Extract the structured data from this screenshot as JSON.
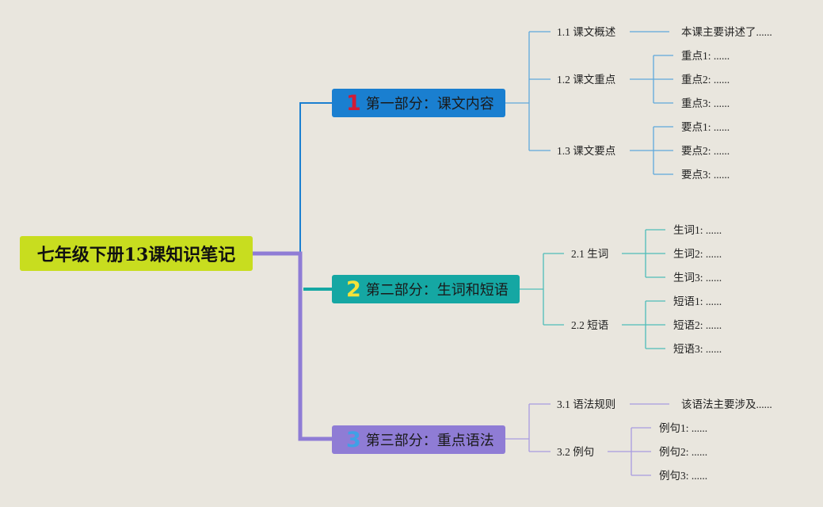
{
  "root": {
    "title": "七年级下册13课知识笔记"
  },
  "colors": {
    "root": "#c8dd1f",
    "branch1": "#1a7fd0",
    "branch2": "#15a7a3",
    "branch3": "#8f7cd5",
    "num1": "#d11b36",
    "num2": "#f4e23a",
    "num3": "#3fa1e6"
  },
  "branches": [
    {
      "num": "1",
      "label": "第一部分：课文内容",
      "children": [
        {
          "label": "1.1 课文概述",
          "leaves": [
            "本课主要讲述了......"
          ]
        },
        {
          "label": "1.2 课文重点",
          "leaves": [
            "重点1: ......",
            "重点2: ......",
            "重点3: ......"
          ]
        },
        {
          "label": "1.3 课文要点",
          "leaves": [
            "要点1: ......",
            "要点2: ......",
            "要点3: ......"
          ]
        }
      ]
    },
    {
      "num": "2",
      "label": "第二部分：生词和短语",
      "children": [
        {
          "label": "2.1 生词",
          "leaves": [
            "生词1: ......",
            "生词2: ......",
            "生词3: ......"
          ]
        },
        {
          "label": "2.2 短语",
          "leaves": [
            "短语1: ......",
            "短语2: ......",
            "短语3: ......"
          ]
        }
      ]
    },
    {
      "num": "3",
      "label": "第三部分：重点语法",
      "children": [
        {
          "label": "3.1 语法规则",
          "leaves": [
            "该语法主要涉及......"
          ]
        },
        {
          "label": "3.2 例句",
          "leaves": [
            "例句1: ......",
            "例句2: ......",
            "例句3: ......"
          ]
        }
      ]
    }
  ]
}
